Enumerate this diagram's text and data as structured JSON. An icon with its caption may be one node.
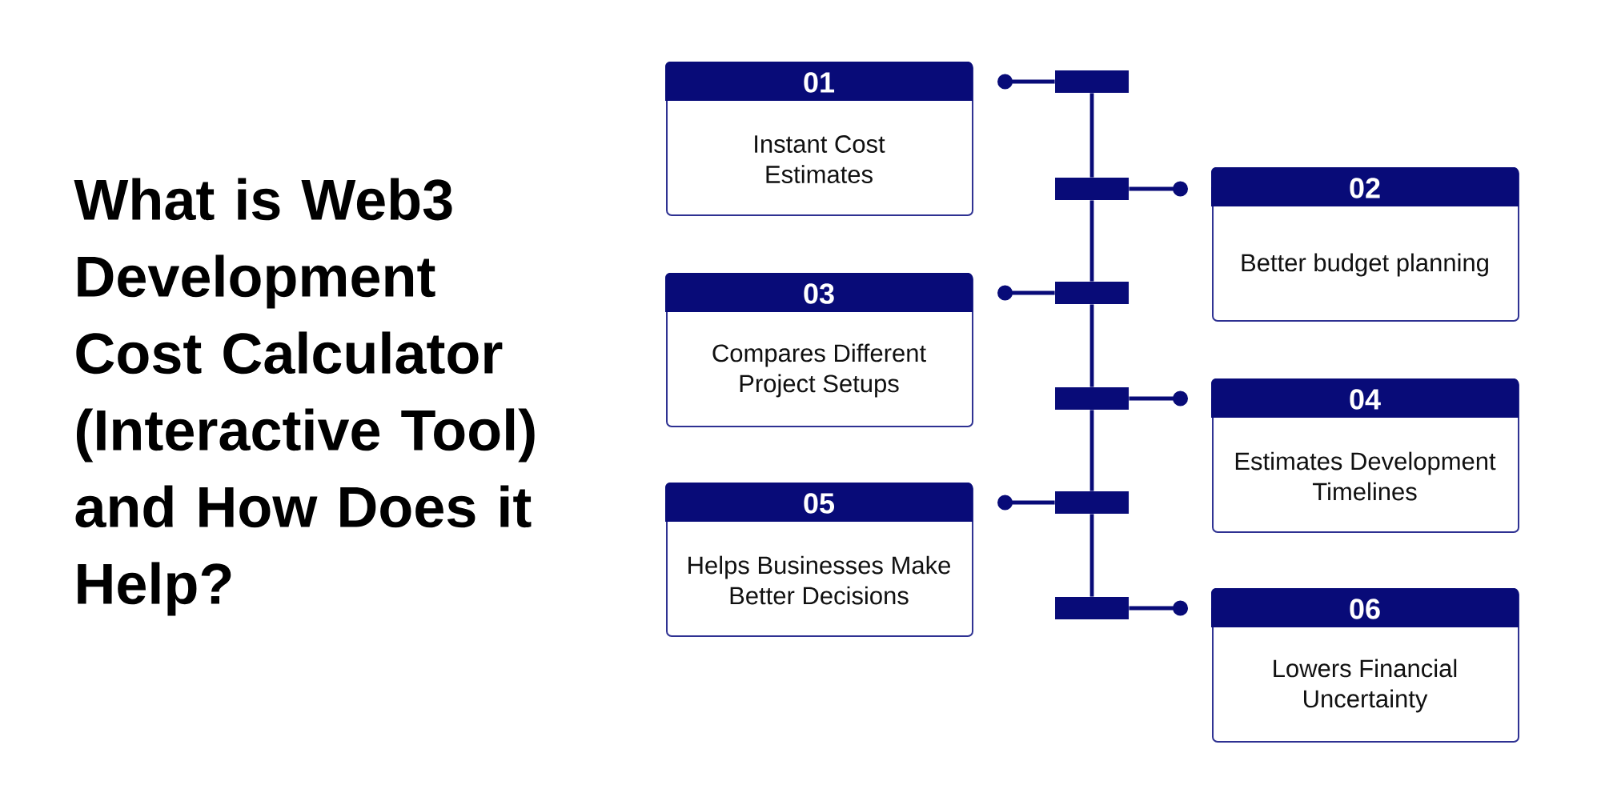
{
  "diagram": {
    "title": "What is Web3 Development Cost Calculator (Interactive Tool) and How Does it Help?",
    "nodes": [
      {
        "text": [
          "01",
          "Instant Cost Estimates"
        ]
      },
      {
        "text": [
          "02",
          "Better budget planning"
        ]
      },
      {
        "text": [
          "03",
          "Compares Different Project Setups"
        ]
      },
      {
        "text": [
          "04",
          "Estimates Development Timelines"
        ]
      },
      {
        "text": [
          "05",
          "Helps Businesses Make Better Decisions"
        ]
      },
      {
        "text": [
          "06",
          "Lowers Financial Uncertainty"
        ]
      },
      {
        "text": [],
        "shape": "bar"
      },
      {
        "text": [],
        "shape": "bar"
      },
      {
        "text": [],
        "shape": "bar"
      },
      {
        "text": [],
        "shape": "bar"
      },
      {
        "text": [],
        "shape": "bar"
      },
      {
        "text": [],
        "shape": "bar"
      }
    ],
    "edges": [
      {
        "from": 6,
        "to": 7,
        "arrow": "none"
      },
      {
        "from": 7,
        "to": 8,
        "arrow": "none"
      },
      {
        "from": 8,
        "to": 9,
        "arrow": "none"
      },
      {
        "from": 9,
        "to": 10,
        "arrow": "none"
      },
      {
        "from": 10,
        "to": 11,
        "arrow": "none"
      },
      {
        "from": 6,
        "to": 0,
        "arrow": "other"
      },
      {
        "from": 7,
        "to": 1,
        "arrow": "other"
      },
      {
        "from": 8,
        "to": 2,
        "arrow": "other"
      },
      {
        "from": 9,
        "to": 3,
        "arrow": "other"
      },
      {
        "from": 10,
        "to": 4,
        "arrow": "other"
      },
      {
        "from": 11,
        "to": 5,
        "arrow": "other"
      }
    ]
  }
}
